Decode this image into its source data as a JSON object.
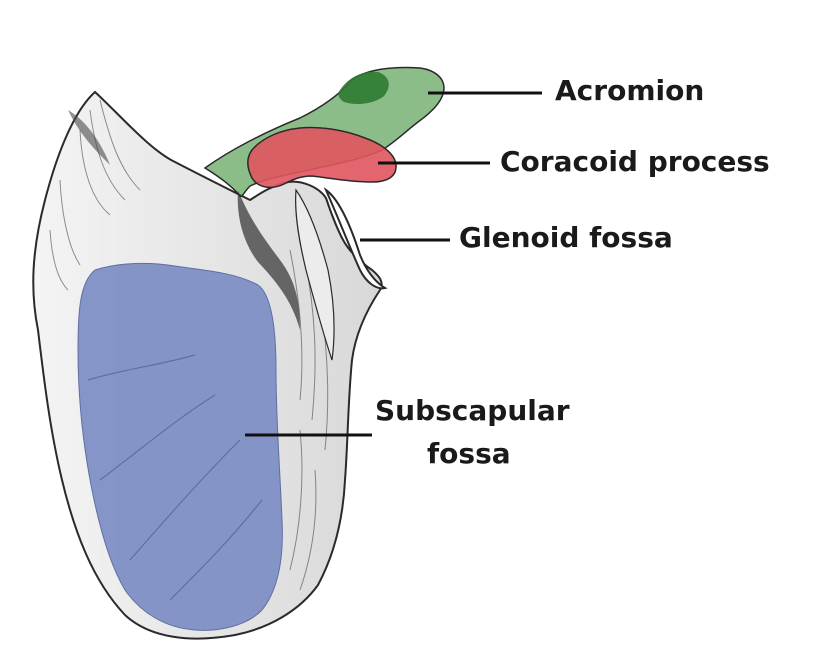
{
  "colors": {
    "acromion": "#4e9a4a",
    "acromion_dark": "#2f7a33",
    "coracoid": "#e0555e",
    "subscapular": "#7f8fc4",
    "bone_outline": "#2a2a2a",
    "leader_line": "#111111"
  },
  "labels": {
    "acromion": "Acromion",
    "coracoid": "Coracoid process",
    "glenoid": "Glenoid fossa",
    "subscapular_line1": "Subscapular",
    "subscapular_line2": "fossa"
  },
  "regions": [
    {
      "name": "acromion",
      "color_key": "acromion"
    },
    {
      "name": "coracoid-process",
      "color_key": "coracoid"
    },
    {
      "name": "glenoid-fossa",
      "color_key": "none"
    },
    {
      "name": "subscapular-fossa",
      "color_key": "subscapular"
    }
  ]
}
